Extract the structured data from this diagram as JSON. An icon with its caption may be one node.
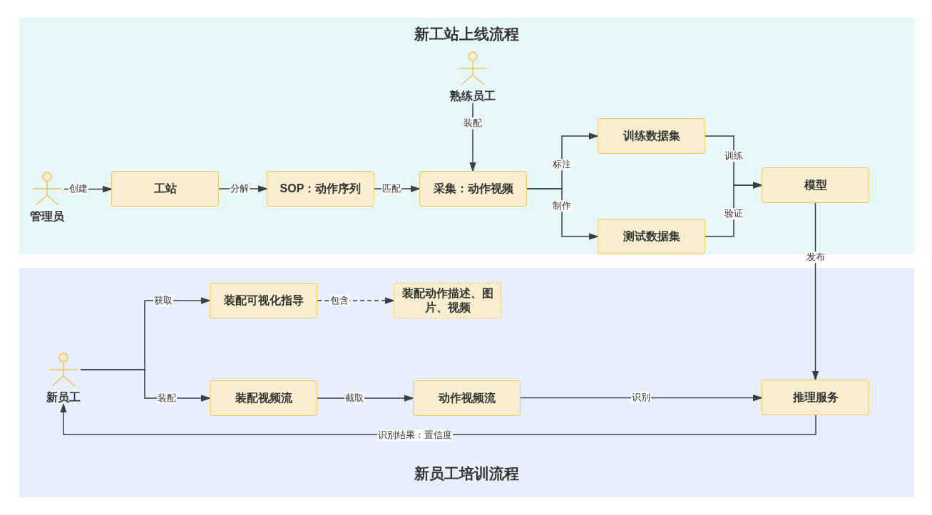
{
  "diagram": {
    "nodes": [
      {
        "text": [
          "新工站上线流程"
        ]
      },
      {
        "text": [],
        "shape": "person",
        "beside": [
          "管理员"
        ],
        "in": 0
      },
      {
        "text": [
          "工站"
        ],
        "in": 0
      },
      {
        "text": [
          "SOP：动作序列"
        ],
        "in": 0
      },
      {
        "text": [],
        "shape": "person",
        "beside": [
          "熟练员工"
        ],
        "in": 0
      },
      {
        "text": [
          "采集：动作视频"
        ],
        "in": 0
      },
      {
        "text": [
          "训练数据集"
        ],
        "in": 0
      },
      {
        "text": [
          "测试数据集"
        ],
        "in": 0
      },
      {
        "text": [
          "模型"
        ],
        "in": 0
      },
      {
        "text": [
          "新员工培训流程"
        ]
      },
      {
        "text": [],
        "shape": "person",
        "beside": [
          "新员工"
        ],
        "in": 9
      },
      {
        "text": [
          "装配可视化指导"
        ],
        "in": 9
      },
      {
        "text": [
          "装配动作描述、图片、视频"
        ],
        "in": 9
      },
      {
        "text": [
          "装配视频流"
        ],
        "in": 9
      },
      {
        "text": [
          "动作视频流"
        ],
        "in": 9
      },
      {
        "text": [
          "推理服务"
        ],
        "in": 9
      }
    ],
    "edges": [
      {
        "from": 1,
        "to": 2,
        "arrow": "to",
        "label": "创建"
      },
      {
        "from": 2,
        "to": 3,
        "arrow": "to",
        "label": "分解"
      },
      {
        "from": 3,
        "to": 5,
        "arrow": "to",
        "label": "匹配"
      },
      {
        "from": 4,
        "to": 5,
        "arrow": "to",
        "label": "装配"
      },
      {
        "from": 5,
        "to": 6,
        "arrow": "to",
        "label": "标注"
      },
      {
        "from": 5,
        "to": 7,
        "arrow": "to",
        "label": "制作"
      },
      {
        "from": 6,
        "to": 8,
        "arrow": "to",
        "label": "训练"
      },
      {
        "from": 7,
        "to": 8,
        "arrow": "to",
        "label": "验证"
      },
      {
        "from": 8,
        "to": 15,
        "arrow": "to",
        "label": "发布"
      },
      {
        "from": 10,
        "to": 11,
        "arrow": "to",
        "label": "获取"
      },
      {
        "from": 10,
        "to": 13,
        "arrow": "to",
        "label": "装配"
      },
      {
        "from": 11,
        "to": 12,
        "arrow": "to",
        "label": "包含",
        "style": "dashed"
      },
      {
        "from": 13,
        "to": 14,
        "arrow": "to",
        "label": "截取"
      },
      {
        "from": 14,
        "to": 15,
        "arrow": "to",
        "label": "识别"
      },
      {
        "from": 15,
        "to": 10,
        "arrow": "to",
        "label": "识别结果：置信度"
      }
    ]
  }
}
